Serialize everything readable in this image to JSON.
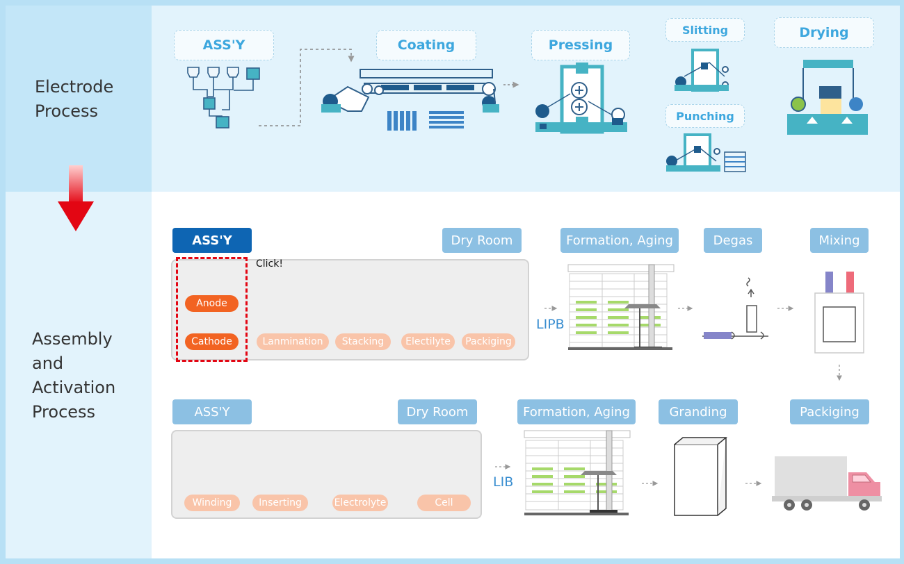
{
  "sections": {
    "electrode": [
      "Electrode",
      "Process"
    ],
    "assembly": [
      "Assembly",
      "and",
      "Activation",
      "Process"
    ]
  },
  "electrode_steps": {
    "assy": "ASS'Y",
    "coating": "Coating",
    "pressing": "Pressing",
    "slitting": "Slitting",
    "punching": "Punching",
    "drying": "Drying"
  },
  "lipb_row": {
    "assy": "ASS'Y",
    "dry_room": "Dry Room",
    "formation": "Formation, Aging",
    "degas": "Degas",
    "mixing": "Mixing",
    "anode": "Anode",
    "cathode": "Cathode",
    "click": "Click!",
    "lamination": "Lanmination",
    "stacking": "Stacking",
    "electrolyte": "Electilyte",
    "packaging": "Packiging",
    "type_label": "LIPB"
  },
  "lib_row": {
    "assy": "ASS'Y",
    "dry_room": "Dry Room",
    "formation": "Formation, Aging",
    "grading": "Granding",
    "packaging": "Packiging",
    "winding": "Winding",
    "inserting": "Inserting",
    "electrolyte": "Electrolyte",
    "cell": "Cell",
    "type_label": "LIB"
  },
  "colors": {
    "accent_blue": "#3da7de",
    "tab_blue": "#8cc0e3",
    "tab_dark": "#0e65b3",
    "orange": "#f26322",
    "orange_light": "#f9c4a9",
    "red_arrow": "#e30613",
    "teal": "#46b3c4",
    "navy": "#1e5b8c"
  },
  "icons": [
    "flow-arrow-down-icon",
    "mouse-click-icon",
    "truck-icon",
    "battery-rack-icon"
  ]
}
